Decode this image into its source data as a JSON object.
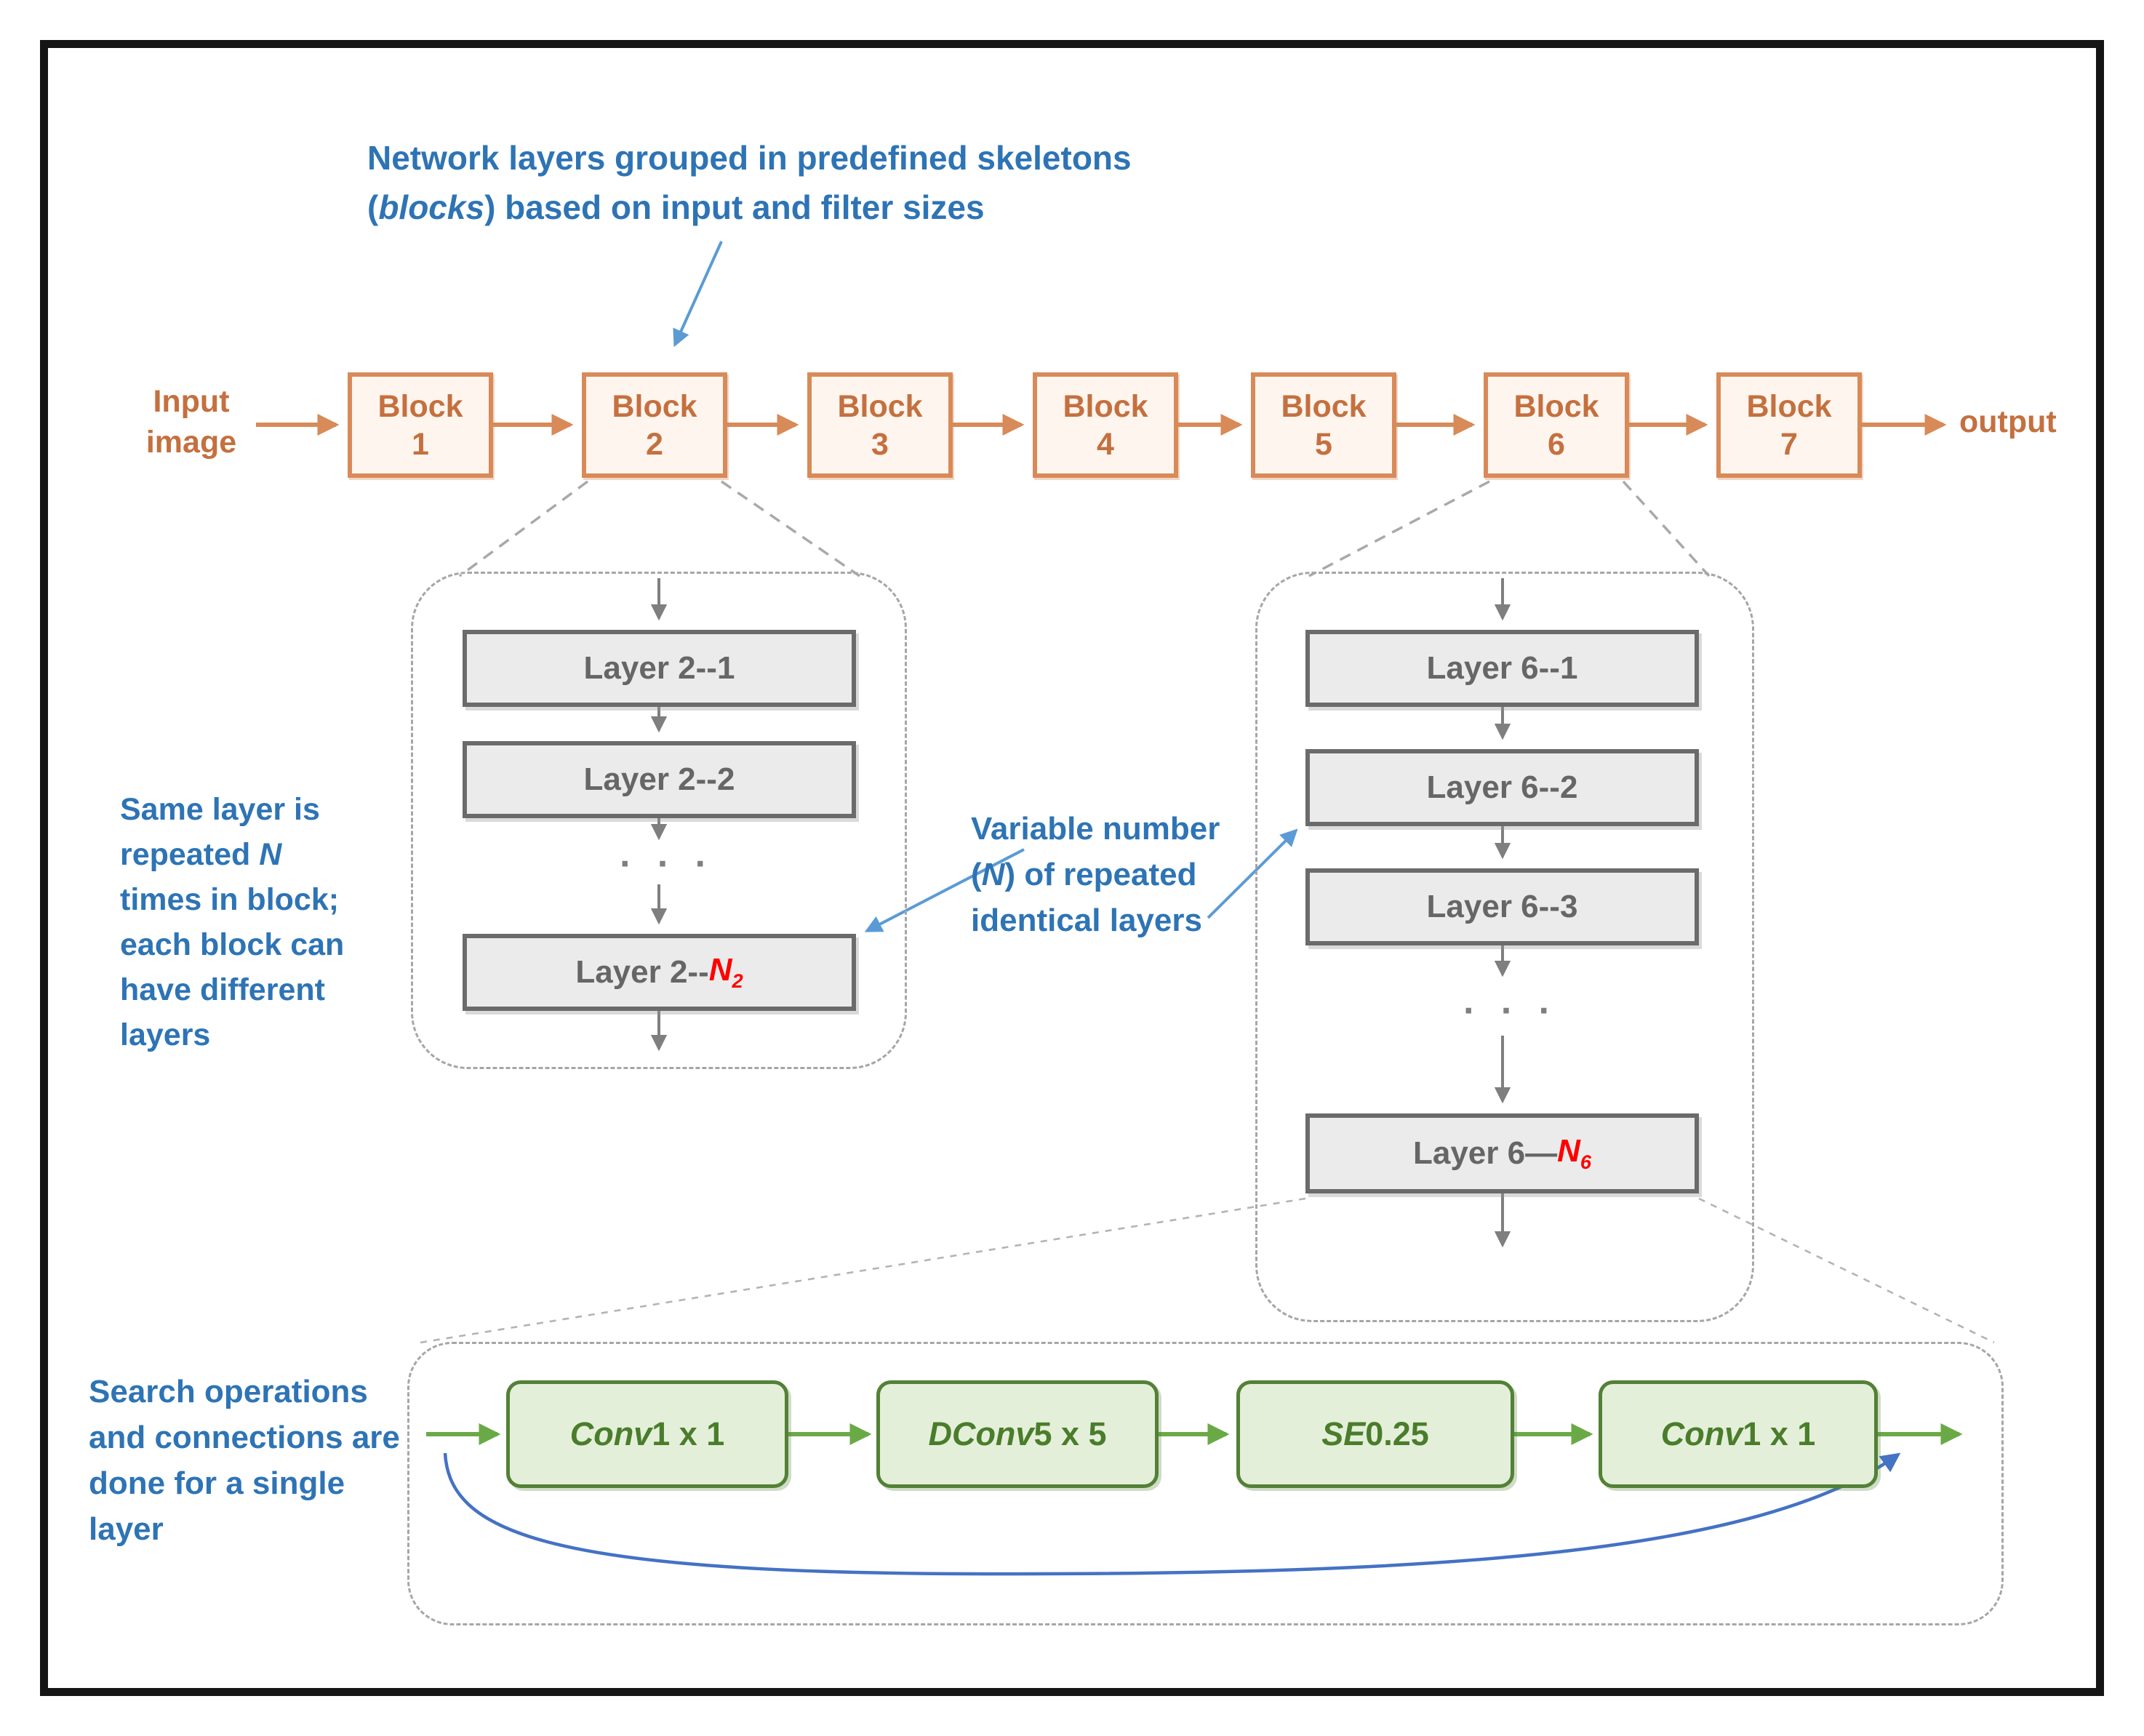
{
  "annotations": {
    "top": {
      "line1": "Network layers grouped in predefined skeletons",
      "line2_open": "(",
      "line2_bold": "blocks",
      "line2_rest": ") based on input and filter sizes"
    },
    "left": {
      "l1": "Same layer is",
      "l2a": "repeated ",
      "l2b": "N",
      "l3": "times in block;",
      "l4": "each block can",
      "l5": "have different",
      "l6": "layers"
    },
    "middle": {
      "l1": "Variable number",
      "l2a": "(",
      "l2b": "N",
      "l2c": ") of repeated",
      "l3": "identical layers"
    },
    "bottom": {
      "l1": "Search operations",
      "l2": "and connections are",
      "l3": "done for a single",
      "l4": "layer"
    }
  },
  "chain": {
    "input_line1": "Input",
    "input_line2": "image",
    "output": "output",
    "block_word": "Block",
    "blocks": [
      "1",
      "2",
      "3",
      "4",
      "5",
      "6",
      "7"
    ]
  },
  "block2_detail": {
    "layer1": "Layer 2--1",
    "layer2": "Layer 2--2",
    "dots": "· · ·",
    "last_prefix": "Layer 2--",
    "last_n": "N",
    "last_sub": "2"
  },
  "block6_detail": {
    "layer1": "Layer 6--1",
    "layer2": "Layer 6--2",
    "layer3": "Layer 6--3",
    "dots": "· · ·",
    "last_prefix": "Layer 6—",
    "last_n": "N",
    "last_sub": "6"
  },
  "layer_ops": [
    {
      "name": "Conv",
      "size": " 1 x 1"
    },
    {
      "name": "DConv",
      "size": " 5 x 5"
    },
    {
      "name": "SE",
      "size": " 0.25"
    },
    {
      "name": "Conv",
      "size": " 1 x 1"
    }
  ],
  "colors": {
    "orange": "#d88a58",
    "orange_text": "#c4703f",
    "blue_text": "#2e74b5",
    "blue_arrow": "#5b9bd5",
    "royal_blue": "#4472c4",
    "green_border": "#538135",
    "green_fill": "#e4efda",
    "green_arrow": "#6aaa46",
    "gray_border": "#6b6b6b",
    "gray_fill": "#ebebeb",
    "red": "#ff0000"
  }
}
